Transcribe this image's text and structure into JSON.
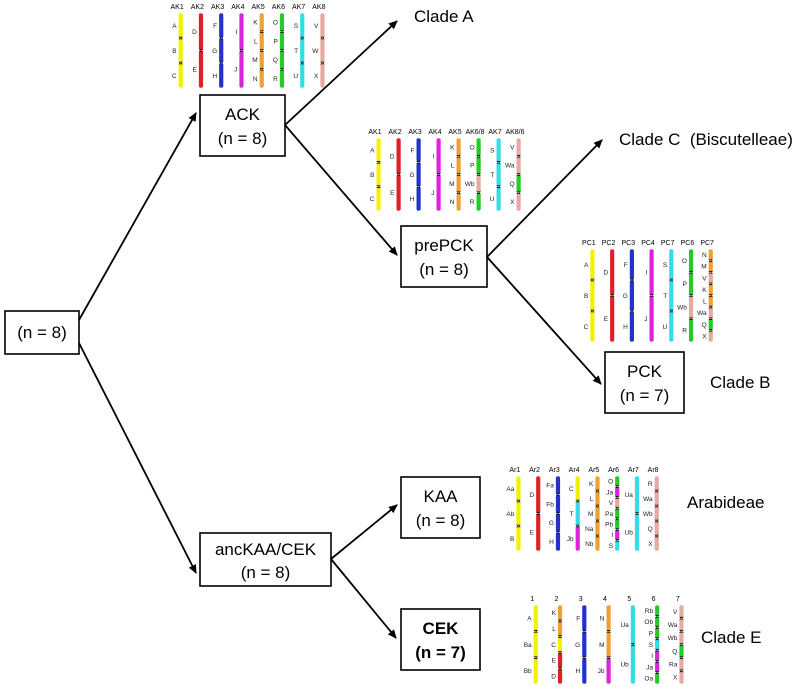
{
  "nodes": {
    "root": {
      "lines": [
        "(n = 8)"
      ]
    },
    "ack": {
      "lines": [
        "ACK",
        "(n = 8)"
      ]
    },
    "preprck": {
      "lines": [
        "prePCK",
        "(n = 8)"
      ]
    },
    "pck": {
      "lines": [
        "PCK",
        "(n = 7)"
      ]
    },
    "anckaa": {
      "lines": [
        "ancKAA/CEK",
        "(n = 8)"
      ]
    },
    "kaa": {
      "lines": [
        "KAA",
        "(n = 8)"
      ]
    },
    "cek": {
      "lines": [
        "CEK",
        "(n = 7)"
      ]
    }
  },
  "clades": {
    "a": "Clade A",
    "c": "Clade C  (Biscutelleae)",
    "b": "Clade B",
    "arab": "Arabideae",
    "e": "Clade E"
  },
  "colors": {
    "yellow": "#f2f200",
    "red": "#e41e26",
    "blue": "#2233cc",
    "magenta": "#dd22dd",
    "orange": "#f0a030",
    "green": "#22cc22",
    "cyan": "#33dde8",
    "pink": "#e8aaa0"
  },
  "karyotypes": {
    "ack": {
      "chromosomes": [
        {
          "name": "AK1",
          "segments": [
            {
              "c": "yellow",
              "l": "A"
            },
            {
              "c": "yellow",
              "l": "B"
            },
            {
              "c": "yellow",
              "l": "C"
            }
          ]
        },
        {
          "name": "AK2",
          "segments": [
            {
              "c": "red",
              "l": "D"
            },
            {
              "c": "red",
              "l": "E"
            }
          ]
        },
        {
          "name": "AK3",
          "segments": [
            {
              "c": "blue",
              "l": "F"
            },
            {
              "c": "blue",
              "l": "G"
            },
            {
              "c": "blue",
              "l": "H"
            }
          ]
        },
        {
          "name": "AK4",
          "segments": [
            {
              "c": "magenta",
              "l": "I"
            },
            {
              "c": "magenta",
              "l": "J"
            }
          ]
        },
        {
          "name": "AK5",
          "segments": [
            {
              "c": "orange",
              "l": "K"
            },
            {
              "c": "orange",
              "l": "L"
            },
            {
              "c": "orange",
              "l": "M"
            },
            {
              "c": "orange",
              "l": "N"
            }
          ]
        },
        {
          "name": "AK6",
          "segments": [
            {
              "c": "green",
              "l": "O"
            },
            {
              "c": "green",
              "l": "P"
            },
            {
              "c": "green",
              "l": "Q"
            },
            {
              "c": "green",
              "l": "R"
            }
          ]
        },
        {
          "name": "AK7",
          "segments": [
            {
              "c": "cyan",
              "l": "S"
            },
            {
              "c": "cyan",
              "l": "T"
            },
            {
              "c": "cyan",
              "l": "U"
            }
          ]
        },
        {
          "name": "AK8",
          "segments": [
            {
              "c": "pink",
              "l": "V"
            },
            {
              "c": "pink",
              "l": "W"
            },
            {
              "c": "pink",
              "l": "X"
            }
          ]
        }
      ]
    },
    "preprck": {
      "chromosomes": [
        {
          "name": "AK1",
          "segments": [
            {
              "c": "yellow",
              "l": "A"
            },
            {
              "c": "yellow",
              "l": "B"
            },
            {
              "c": "yellow",
              "l": "C"
            }
          ]
        },
        {
          "name": "AK2",
          "segments": [
            {
              "c": "red",
              "l": "D"
            },
            {
              "c": "red",
              "l": "E"
            }
          ]
        },
        {
          "name": "AK3",
          "segments": [
            {
              "c": "blue",
              "l": "F"
            },
            {
              "c": "blue",
              "l": "G"
            },
            {
              "c": "blue",
              "l": "H"
            }
          ]
        },
        {
          "name": "AK4",
          "segments": [
            {
              "c": "magenta",
              "l": "I"
            },
            {
              "c": "magenta",
              "l": "J"
            }
          ]
        },
        {
          "name": "AK5",
          "segments": [
            {
              "c": "orange",
              "l": "K"
            },
            {
              "c": "orange",
              "l": "L"
            },
            {
              "c": "orange",
              "l": "M"
            },
            {
              "c": "orange",
              "l": "N"
            }
          ]
        },
        {
          "name": "AK6/8",
          "segments": [
            {
              "c": "green",
              "l": "O"
            },
            {
              "c": "green",
              "l": "P"
            },
            {
              "c": "pink",
              "l": "Wb"
            },
            {
              "c": "green",
              "l": "R"
            }
          ]
        },
        {
          "name": "AK7",
          "segments": [
            {
              "c": "cyan",
              "l": "S"
            },
            {
              "c": "cyan",
              "l": "T"
            },
            {
              "c": "cyan",
              "l": "U"
            }
          ]
        },
        {
          "name": "AK8/6",
          "segments": [
            {
              "c": "pink",
              "l": "V"
            },
            {
              "c": "pink",
              "l": "Wa"
            },
            {
              "c": "green",
              "l": "Q"
            },
            {
              "c": "pink",
              "l": "X"
            }
          ]
        }
      ]
    },
    "pck": {
      "chromosomes": [
        {
          "name": "PC1",
          "segments": [
            {
              "c": "yellow",
              "l": "A"
            },
            {
              "c": "yellow",
              "l": "B"
            },
            {
              "c": "yellow",
              "l": "C"
            }
          ]
        },
        {
          "name": "PC2",
          "segments": [
            {
              "c": "red",
              "l": "D"
            },
            {
              "c": "red",
              "l": "E"
            }
          ]
        },
        {
          "name": "PC3",
          "segments": [
            {
              "c": "blue",
              "l": "F"
            },
            {
              "c": "blue",
              "l": "G"
            },
            {
              "c": "blue",
              "l": "H"
            }
          ]
        },
        {
          "name": "PC4",
          "segments": [
            {
              "c": "magenta",
              "l": "I"
            },
            {
              "c": "magenta",
              "l": "J"
            }
          ]
        },
        {
          "name": "PC7",
          "segments": [
            {
              "c": "cyan",
              "l": "S"
            },
            {
              "c": "cyan",
              "l": "T"
            },
            {
              "c": "cyan",
              "l": "U"
            }
          ]
        },
        {
          "name": "PC6",
          "segments": [
            {
              "c": "green",
              "l": "O"
            },
            {
              "c": "green",
              "l": "P"
            },
            {
              "c": "pink",
              "l": "Wb"
            },
            {
              "c": "green",
              "l": "R"
            }
          ]
        },
        {
          "name": "PC7",
          "segments": [
            {
              "c": "orange",
              "l": "N"
            },
            {
              "c": "orange",
              "l": "M"
            },
            {
              "c": "pink",
              "l": "V"
            },
            {
              "c": "orange",
              "l": "K"
            },
            {
              "c": "orange",
              "l": "L"
            },
            {
              "c": "pink",
              "l": "Wa"
            },
            {
              "c": "green",
              "l": "Q"
            },
            {
              "c": "pink",
              "l": "X"
            }
          ]
        }
      ]
    },
    "kaa": {
      "chromosomes": [
        {
          "name": "Ar1",
          "segments": [
            {
              "c": "yellow",
              "l": "Aa"
            },
            {
              "c": "yellow",
              "l": "Ab"
            },
            {
              "c": "yellow",
              "l": "B"
            }
          ]
        },
        {
          "name": "Ar2",
          "segments": [
            {
              "c": "red",
              "l": "D"
            },
            {
              "c": "red",
              "l": "E"
            }
          ]
        },
        {
          "name": "Ar3",
          "segments": [
            {
              "c": "blue",
              "l": "Fa"
            },
            {
              "c": "blue",
              "l": "Fb"
            },
            {
              "c": "blue",
              "l": "G"
            },
            {
              "c": "blue",
              "l": "H"
            }
          ]
        },
        {
          "name": "Ar4",
          "segments": [
            {
              "c": "yellow",
              "l": "C"
            },
            {
              "c": "cyan",
              "l": "T"
            },
            {
              "c": "magenta",
              "l": "Jb"
            }
          ]
        },
        {
          "name": "Ar5",
          "segments": [
            {
              "c": "orange",
              "l": "K"
            },
            {
              "c": "orange",
              "l": "L"
            },
            {
              "c": "orange",
              "l": "M"
            },
            {
              "c": "orange",
              "l": "Na"
            },
            {
              "c": "orange",
              "l": "Nb"
            }
          ]
        },
        {
          "name": "Ar6",
          "segments": [
            {
              "c": "green",
              "l": "O"
            },
            {
              "c": "magenta",
              "l": "Ja"
            },
            {
              "c": "pink",
              "l": "V"
            },
            {
              "c": "green",
              "l": "Pa"
            },
            {
              "c": "green",
              "l": "Pb"
            },
            {
              "c": "magenta",
              "l": "I"
            },
            {
              "c": "cyan",
              "l": "S"
            }
          ]
        },
        {
          "name": "Ar7",
          "segments": [
            {
              "c": "cyan",
              "l": "Ua"
            },
            {
              "c": "cyan",
              "l": "Ub"
            }
          ]
        },
        {
          "name": "Ar8",
          "segments": [
            {
              "c": "pink",
              "l": "R"
            },
            {
              "c": "pink",
              "l": "Wa"
            },
            {
              "c": "pink",
              "l": "Wb"
            },
            {
              "c": "pink",
              "l": "Q"
            },
            {
              "c": "pink",
              "l": "X"
            }
          ]
        }
      ]
    },
    "cek": {
      "chromosomes": [
        {
          "name": "1",
          "segments": [
            {
              "c": "yellow",
              "l": "A"
            },
            {
              "c": "yellow",
              "l": "Ba"
            },
            {
              "c": "yellow",
              "l": "Bb"
            }
          ]
        },
        {
          "name": "2",
          "segments": [
            {
              "c": "orange",
              "l": "K"
            },
            {
              "c": "orange",
              "l": "L"
            },
            {
              "c": "yellow",
              "l": "C"
            },
            {
              "c": "red",
              "l": "E"
            },
            {
              "c": "red",
              "l": "D"
            }
          ]
        },
        {
          "name": "3",
          "segments": [
            {
              "c": "blue",
              "l": "F"
            },
            {
              "c": "blue",
              "l": "G"
            },
            {
              "c": "blue",
              "l": "H"
            }
          ]
        },
        {
          "name": "4",
          "segments": [
            {
              "c": "orange",
              "l": "N"
            },
            {
              "c": "orange",
              "l": "M"
            },
            {
              "c": "magenta",
              "l": "Jb"
            }
          ]
        },
        {
          "name": "5",
          "segments": [
            {
              "c": "cyan",
              "l": "Ua"
            },
            {
              "c": "cyan",
              "l": "Ub"
            }
          ]
        },
        {
          "name": "6",
          "segments": [
            {
              "c": "green",
              "l": "Rb"
            },
            {
              "c": "green",
              "l": "Ob"
            },
            {
              "c": "green",
              "l": "P"
            },
            {
              "c": "cyan",
              "l": "S"
            },
            {
              "c": "magenta",
              "l": "I"
            },
            {
              "c": "magenta",
              "l": "Ja"
            },
            {
              "c": "green",
              "l": "Oa"
            }
          ]
        },
        {
          "name": "7",
          "segments": [
            {
              "c": "pink",
              "l": "V"
            },
            {
              "c": "pink",
              "l": "Wa"
            },
            {
              "c": "pink",
              "l": "Wb"
            },
            {
              "c": "green",
              "l": "Q"
            },
            {
              "c": "pink",
              "l": "Ra"
            },
            {
              "c": "pink",
              "l": "X"
            }
          ]
        }
      ]
    }
  }
}
